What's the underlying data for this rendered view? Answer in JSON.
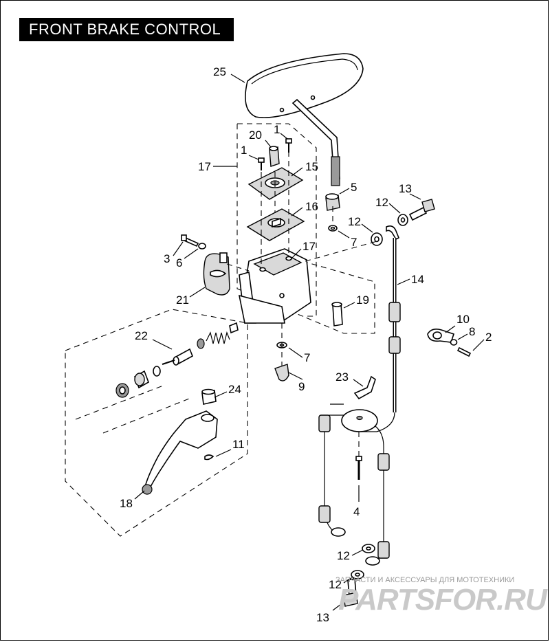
{
  "title": "FRONT BRAKE CONTROL",
  "callouts": [
    {
      "id": "c25",
      "label": "25"
    },
    {
      "id": "c20",
      "label": "20"
    },
    {
      "id": "c1a",
      "label": "1"
    },
    {
      "id": "c1b",
      "label": "1"
    },
    {
      "id": "c17a",
      "label": "17"
    },
    {
      "id": "c15",
      "label": "15"
    },
    {
      "id": "c16",
      "label": "16"
    },
    {
      "id": "c5",
      "label": "5"
    },
    {
      "id": "c13a",
      "label": "13"
    },
    {
      "id": "c12a",
      "label": "12"
    },
    {
      "id": "c12b",
      "label": "12"
    },
    {
      "id": "c7a",
      "label": "7"
    },
    {
      "id": "c3",
      "label": "3"
    },
    {
      "id": "c6",
      "label": "6"
    },
    {
      "id": "c17b",
      "label": "17"
    },
    {
      "id": "c14",
      "label": "14"
    },
    {
      "id": "c21",
      "label": "21"
    },
    {
      "id": "c19",
      "label": "19"
    },
    {
      "id": "c10",
      "label": "10"
    },
    {
      "id": "c8",
      "label": "8"
    },
    {
      "id": "c2",
      "label": "2"
    },
    {
      "id": "c22",
      "label": "22"
    },
    {
      "id": "c7b",
      "label": "7"
    },
    {
      "id": "c23",
      "label": "23"
    },
    {
      "id": "c9",
      "label": "9"
    },
    {
      "id": "c24",
      "label": "24"
    },
    {
      "id": "c11",
      "label": "11"
    },
    {
      "id": "c4",
      "label": "4"
    },
    {
      "id": "c18",
      "label": "18"
    },
    {
      "id": "c12c",
      "label": "12"
    },
    {
      "id": "c12d",
      "label": "12"
    },
    {
      "id": "c13b",
      "label": "13"
    }
  ],
  "watermark": {
    "caption": "ЗАПЧАСТИ И АКСЕССУАРЫ ДЛЯ МОТОТЕХНИКИ",
    "logo": "PARTSFOR.RU"
  }
}
